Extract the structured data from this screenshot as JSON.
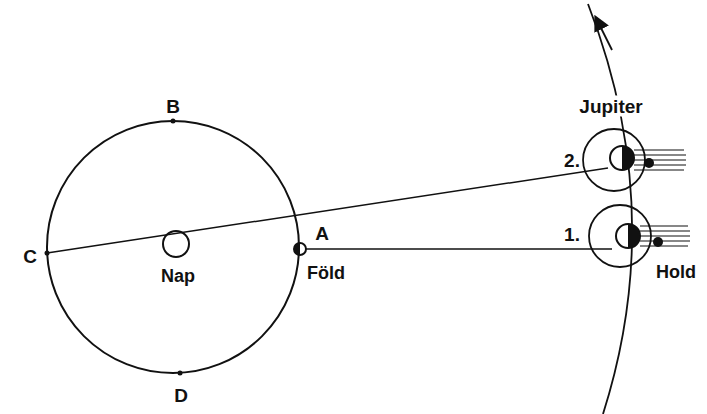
{
  "diagram": {
    "labels": [
      "B",
      "C",
      "Nap",
      "A",
      "Föld",
      "D",
      "Jupiter",
      "2.",
      "1.",
      "Hold"
    ]
  }
}
